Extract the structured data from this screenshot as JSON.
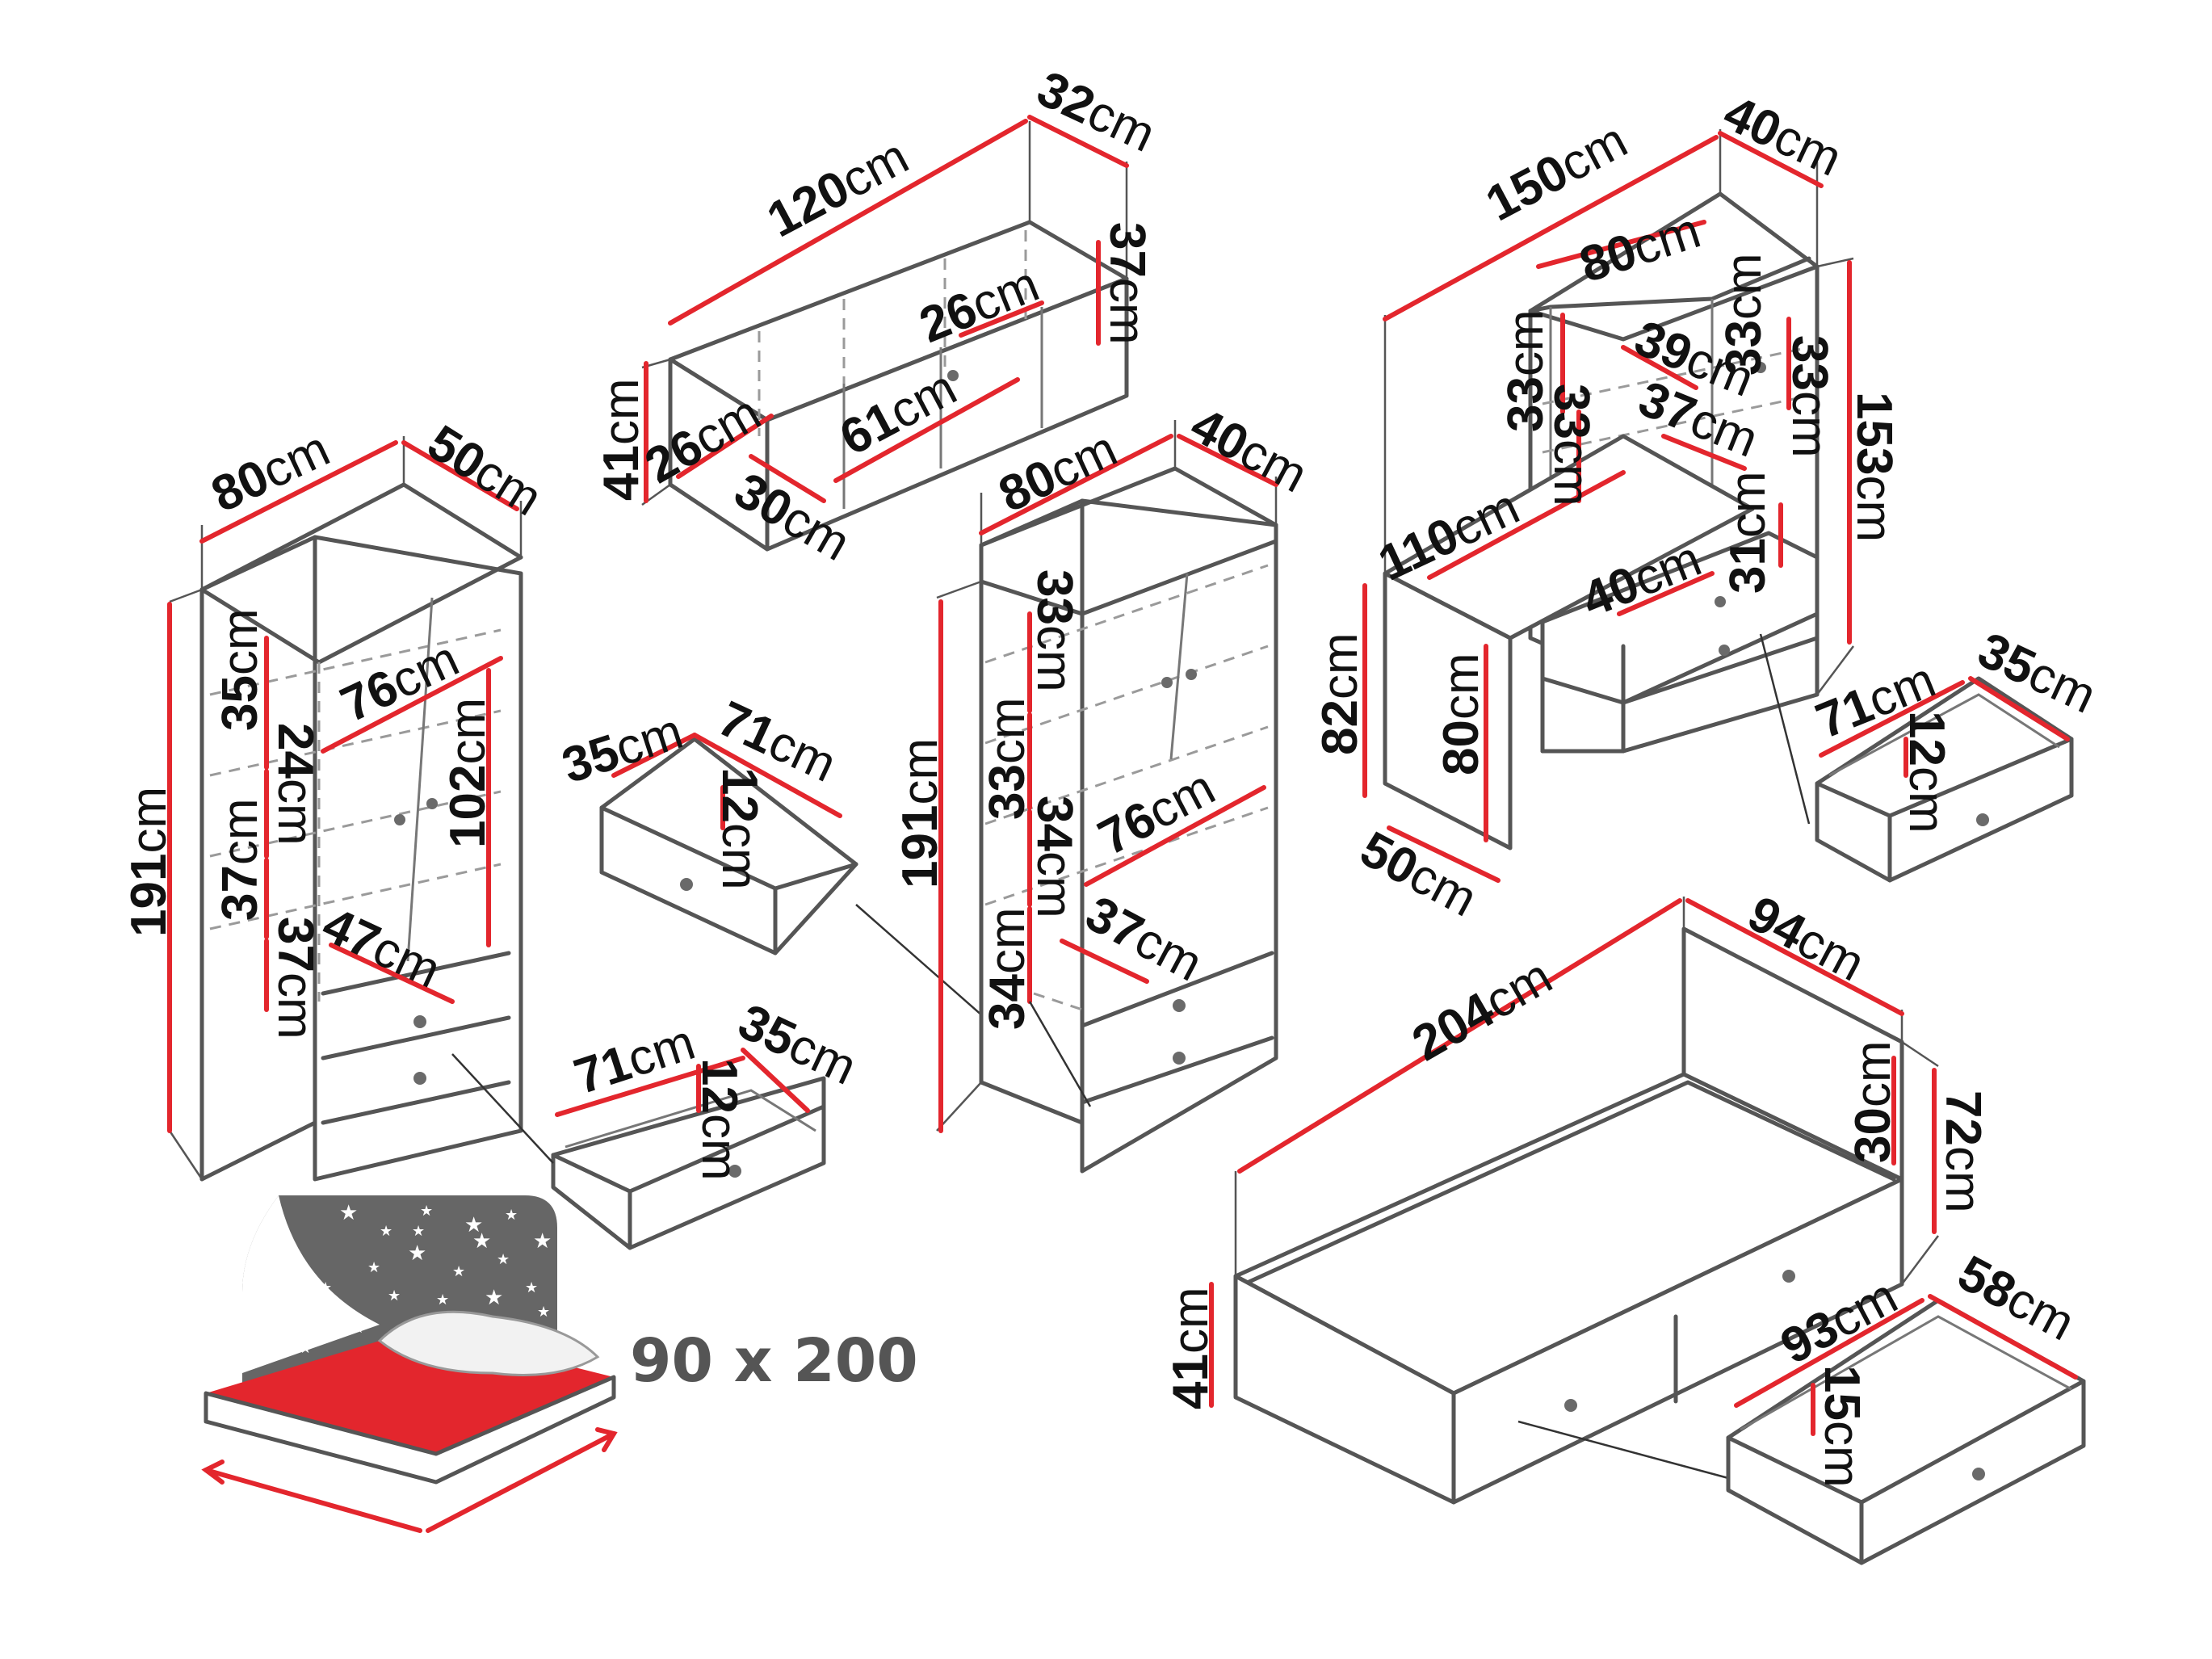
{
  "colors": {
    "accent": "#e3262d",
    "line": "#555555",
    "text": "#111111",
    "night_sky": "#666666"
  },
  "unit": "cm",
  "bed_size_label": "90 x 200",
  "labels": {
    "wardrobe_width": "80",
    "wardrobe_depth": "50",
    "wardrobe_height": "191",
    "wardrobe_inner_width": "76",
    "wardrobe_inner_height": "102",
    "wardrobe_shelf_a": "35",
    "wardrobe_shelf_b": "24",
    "wardrobe_shelf_c": "37",
    "wardrobe_shelf_d": "37",
    "wardrobe_drawer_inner": "47",
    "wardrobe_drawer_depth": "35",
    "wardrobe_drawer_width": "71",
    "wardrobe_drawer_height": "12",
    "hanging_width": "120",
    "hanging_depth": "32",
    "hanging_height": "41",
    "hanging_right_height": "37",
    "hanging_inner_depth": "26",
    "hanging_inner_width": "61",
    "hanging_left_depth": "26",
    "hanging_left_width": "30",
    "small_drawer_depth": "35",
    "small_drawer_width": "71",
    "small_drawer_height": "12",
    "shelf_width": "80",
    "shelf_depth": "40",
    "shelf_height": "191",
    "shelf_comp_a": "33",
    "shelf_comp_b": "33",
    "shelf_comp_c": "34",
    "shelf_comp_d": "34",
    "shelf_inner_width": "76",
    "shelf_drawer_inner": "37",
    "desk_total_width": "150",
    "desk_depth": "40",
    "desk_top_width": "80",
    "desk_top_height": "153",
    "desk_shelf_a": "33",
    "desk_shelf_b": "33",
    "desk_shelf_c": "33",
    "desk_shelf_d": "33",
    "desk_inner_a": "39",
    "desk_inner_b": "37",
    "desk_length": "110",
    "desk_drawer_w": "40",
    "desk_side_height": "31",
    "desk_height": "82",
    "desk_leg_height": "80",
    "desk_leg_depth": "50",
    "desk_drawer_width": "71",
    "desk_drawer_depth": "35",
    "desk_drawer_height": "12",
    "bed_length": "204",
    "bed_width": "94",
    "bed_head_height": "72",
    "bed_back_height": "30",
    "bed_height": "41",
    "bed_drawer_width": "93",
    "bed_drawer_depth": "58",
    "bed_drawer_height": "15"
  }
}
